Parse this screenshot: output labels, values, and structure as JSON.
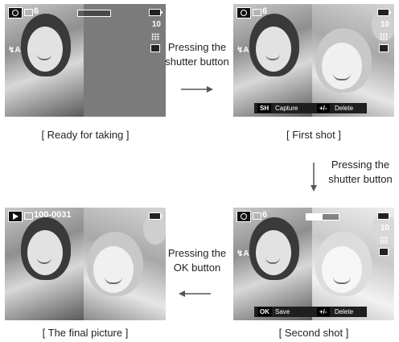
{
  "panels": {
    "ready": {
      "count": "6",
      "size": "10",
      "flash": "↯A",
      "bar_fill": 0
    },
    "first": {
      "count": "6",
      "size": "10",
      "flash": "↯A",
      "bar_fill": 0,
      "key1": "SH",
      "label1": "Capture",
      "key2": "+/-",
      "label2": "Delete"
    },
    "second": {
      "count": "6",
      "size": "10",
      "flash": "↯A",
      "bar_fill": 0.5,
      "key1": "OK",
      "label1": "Save",
      "key2": "+/-",
      "label2": "Delete"
    },
    "final": {
      "filename": "100-0031"
    }
  },
  "captions": {
    "ready": "[ Ready for taking ]",
    "first": "[ First shot ]",
    "second": "[ Second shot ]",
    "final": "[ The final picture ]"
  },
  "steps": {
    "shutter1": [
      "Pressing the",
      "shutter button"
    ],
    "shutter2": [
      "Pressing the",
      "shutter button"
    ],
    "ok": [
      "Pressing the",
      "OK button"
    ]
  },
  "icons": {
    "camera": "camera-icon",
    "play": "play-icon",
    "card": "memory-card-icon",
    "battery": "battery-icon",
    "quality": "quality-icon",
    "metering": "metering-icon"
  }
}
